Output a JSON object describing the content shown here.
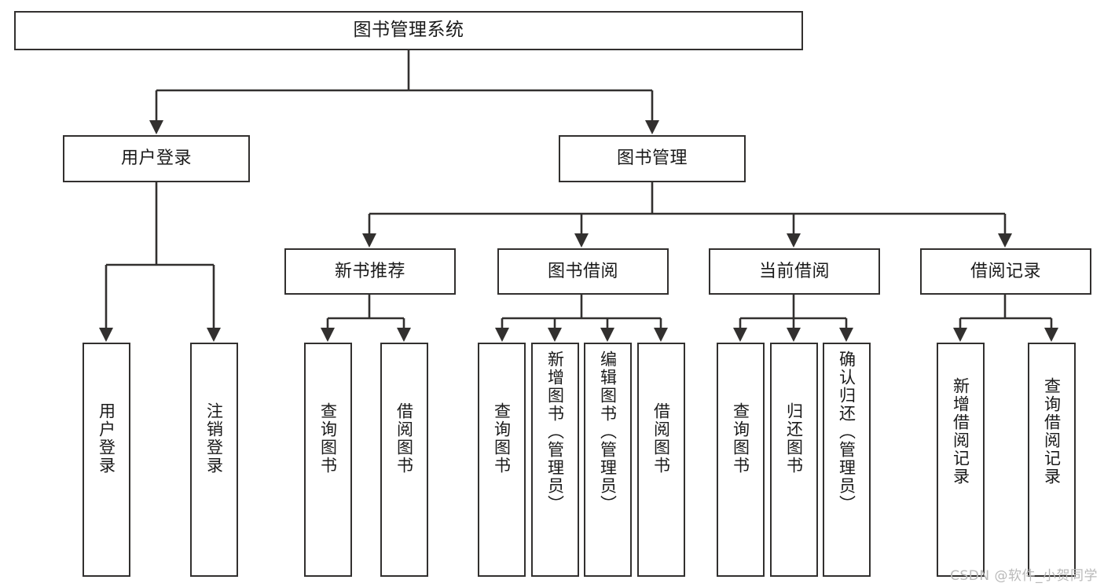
{
  "diagram": {
    "title": "图书管理系统",
    "watermark": "CSDN @软件_小贺同学",
    "colors": {
      "stroke": "#32302f",
      "background": "#ffffff",
      "text": "#1a1a1a",
      "watermark": "#b9b9b9"
    },
    "nodes": {
      "root": {
        "label": "图书管理系统"
      },
      "level2": [
        {
          "label": "用户登录"
        },
        {
          "label": "图书管理"
        }
      ],
      "level3": [
        {
          "label": "新书推荐"
        },
        {
          "label": "图书借阅"
        },
        {
          "label": "当前借阅"
        },
        {
          "label": "借阅记录"
        }
      ],
      "leaves_user_login": [
        {
          "label": "用户登录"
        },
        {
          "label": "注销登录"
        }
      ],
      "leaves_new_book": [
        {
          "label": "查询图书"
        },
        {
          "label": "借阅图书"
        }
      ],
      "leaves_borrow": [
        {
          "label": "查询图书"
        },
        {
          "label": "新增图书（管理员）"
        },
        {
          "label": "编辑图书（管理员）"
        },
        {
          "label": "借阅图书"
        }
      ],
      "leaves_current": [
        {
          "label": "查询图书"
        },
        {
          "label": "归还图书"
        },
        {
          "label": "确认归还（管理员）"
        }
      ],
      "leaves_records": [
        {
          "label": "新增借阅记录"
        },
        {
          "label": "查询借阅记录"
        }
      ]
    }
  }
}
